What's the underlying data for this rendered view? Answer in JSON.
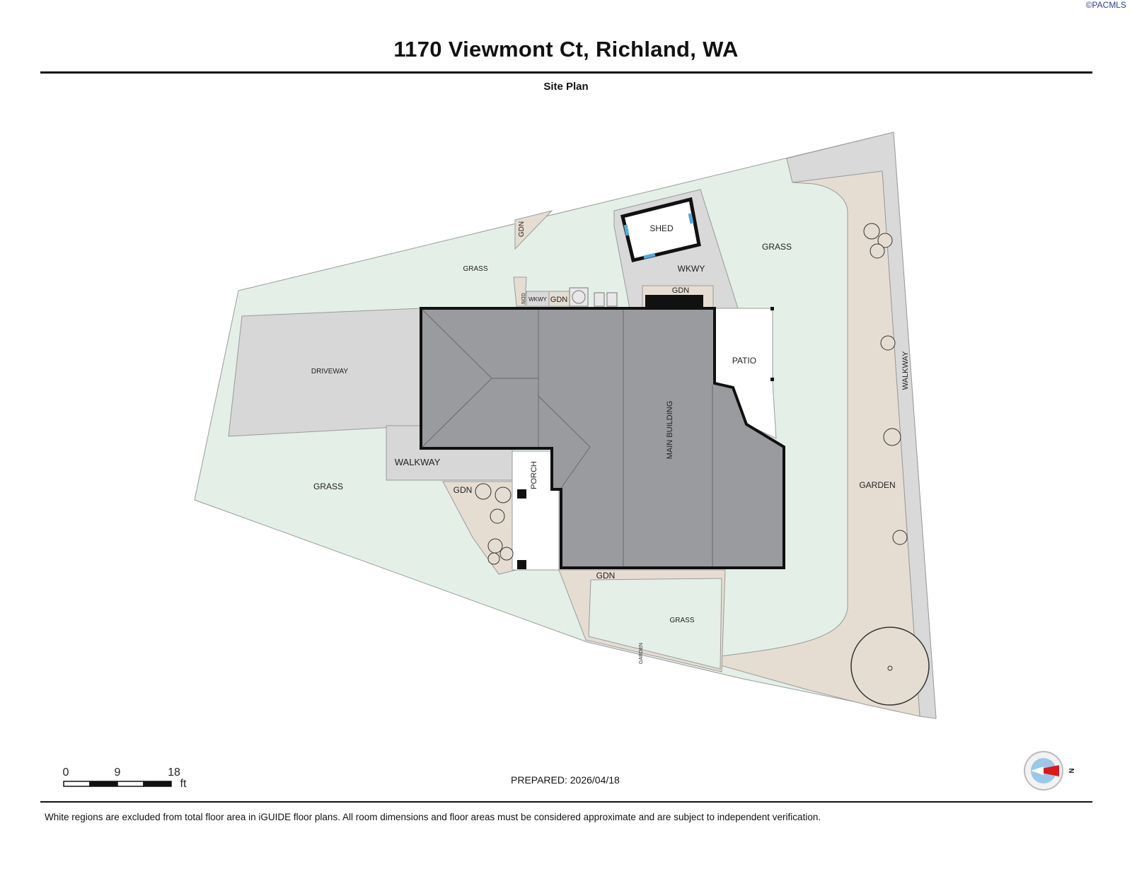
{
  "header": {
    "title": "1170 Viewmont Ct, Richland, WA",
    "subtitle": "Site Plan"
  },
  "watermark": "©PACMLS",
  "labels": {
    "shed": "SHED",
    "grass_top_left": "GRASS",
    "grass_top_right": "GRASS",
    "gdn_top_left": "GDN",
    "gdn_small": "GDN",
    "wkwy_small": "WKWY",
    "gdn_mid": "GDN",
    "wkwy_shed": "WKWY",
    "gdn_shed": "GDN",
    "driveway": "DRIVEWAY",
    "patio": "PATIO",
    "main_building": "MAIN BUILDING",
    "walkway_right": "WALKWAY",
    "walkway_left": "WALKWAY",
    "porch": "PORCH",
    "gdn_porch": "GDN",
    "grass_bottom_left": "GRASS",
    "garden_right": "GARDEN",
    "gdn_bottom": "GDN",
    "grass_bottom": "GRASS",
    "garden_bottom": "GARDEN"
  },
  "scale_bar": {
    "ticks": [
      "0",
      "9",
      "18"
    ],
    "unit": "ft"
  },
  "compass": {
    "direction": "N"
  },
  "footer": {
    "prepared": "PREPARED: 2026/04/18",
    "disclaimer": "White regions are excluded from total floor area in iGUIDE floor plans. All room dimensions and floor areas must be considered approximate and are subject to independent verification."
  },
  "colors": {
    "grass": "#e4efe8",
    "garden": "#e6ddd2",
    "paved": "#d8d8d8",
    "building": "#9a9b9e",
    "window": "#5aa7d8",
    "compass_arrow": "#d9191c"
  }
}
